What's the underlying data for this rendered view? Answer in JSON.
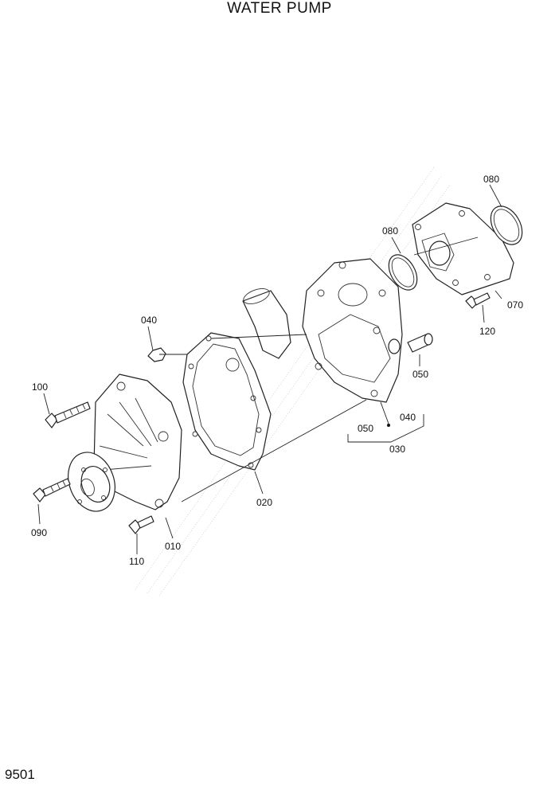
{
  "title": "WATER PUMP",
  "page_number": "9501",
  "callouts": {
    "c080a": "080",
    "c080b": "080",
    "c070": "070",
    "c120": "120",
    "c040a": "040",
    "c050a": "050",
    "c040b": "040",
    "c050b": "050",
    "c030": "030",
    "c100": "100",
    "c020": "020",
    "c090": "090",
    "c010": "010",
    "c110": "110"
  }
}
